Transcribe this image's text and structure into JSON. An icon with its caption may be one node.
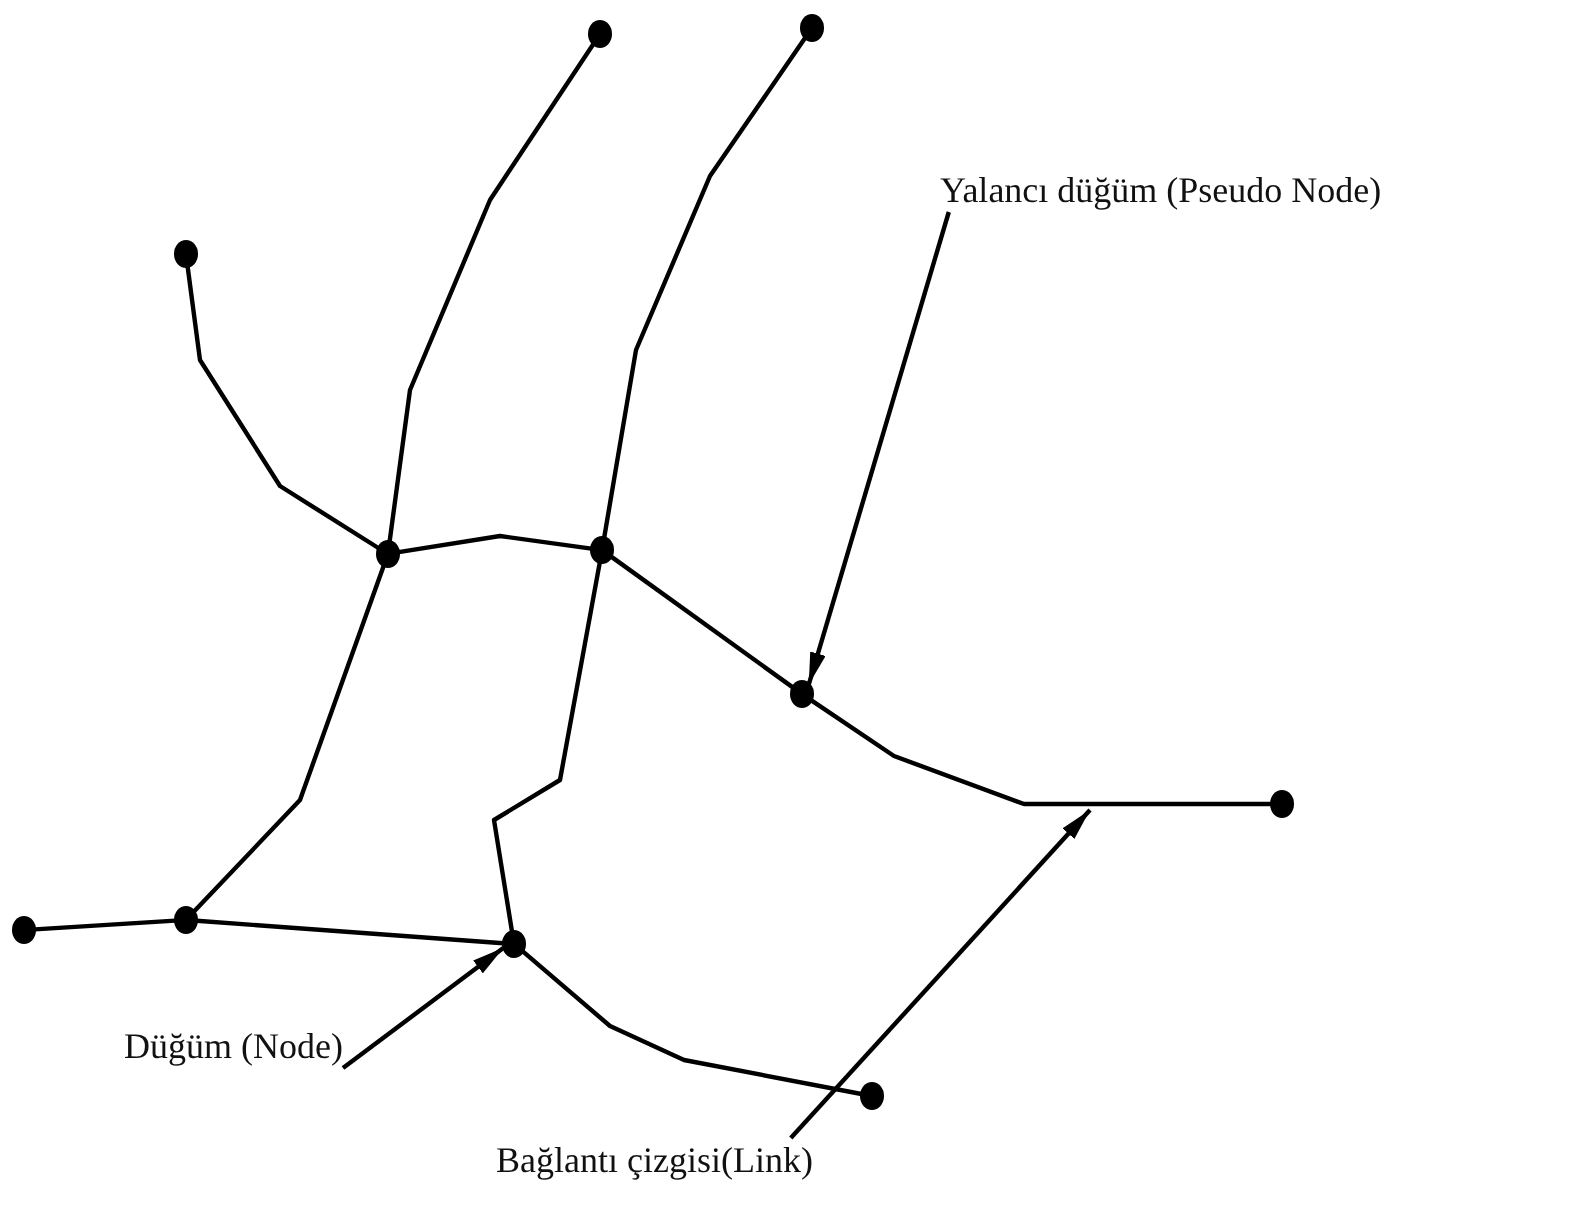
{
  "diagram": {
    "nodes": [
      {
        "text": [],
        "shape": "circle"
      },
      {
        "text": [],
        "shape": "circle"
      },
      {
        "text": [],
        "shape": "circle"
      },
      {
        "text": [
          "Yalancı düğüm (Pseudo Node)"
        ]
      },
      {
        "text": [],
        "shape": "circle"
      },
      {
        "text": [],
        "shape": "circle"
      },
      {
        "text": [],
        "shape": "circle"
      },
      {
        "text": [],
        "shape": "circle"
      },
      {
        "text": [],
        "shape": "circle"
      },
      {
        "text": [],
        "shape": "circle"
      },
      {
        "text": [],
        "shape": "circle"
      },
      {
        "text": [
          "Düğüm (Node)"
        ]
      },
      {
        "text": [],
        "shape": "circle"
      },
      {
        "text": [
          "Bağlantı çizgisi(Link)"
        ]
      }
    ],
    "edges": [
      {
        "from": 0,
        "to": 5,
        "arrow": "none"
      },
      {
        "from": 2,
        "to": 5,
        "arrow": "none"
      },
      {
        "from": 5,
        "to": 4,
        "arrow": "none"
      },
      {
        "from": 1,
        "to": 4,
        "arrow": "none"
      },
      {
        "from": 4,
        "to": 6,
        "arrow": "none"
      },
      {
        "from": 6,
        "to": 7,
        "arrow": "none"
      },
      {
        "from": 5,
        "to": 8,
        "arrow": "none"
      },
      {
        "from": 9,
        "to": 8,
        "arrow": "none"
      },
      {
        "from": 8,
        "to": 10,
        "arrow": "none"
      },
      {
        "from": 4,
        "to": 10,
        "arrow": "none"
      },
      {
        "from": 10,
        "to": 12,
        "arrow": "none"
      },
      {
        "from": 3,
        "to": 6,
        "arrow": "to"
      },
      {
        "from": 11,
        "to": 10,
        "arrow": "to"
      },
      {
        "from": 13,
        "to": null,
        "arrow": "to"
      }
    ]
  }
}
